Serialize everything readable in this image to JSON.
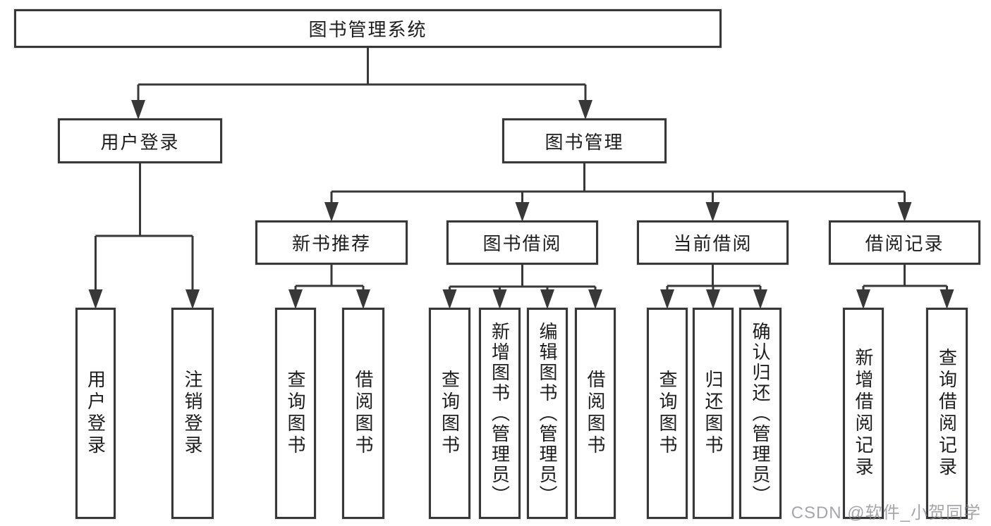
{
  "tree": {
    "root": "图书管理系统",
    "branches": [
      {
        "label": "用户登录",
        "children": [
          "用户登录",
          "注销登录"
        ]
      },
      {
        "label": "图书管理",
        "children": [
          {
            "label": "新书推荐",
            "children": [
              "查询图书",
              "借阅图书"
            ]
          },
          {
            "label": "图书借阅",
            "children": [
              "查询图书",
              "新增图书（管理员）",
              "编辑图书（管理员）",
              "借阅图书"
            ]
          },
          {
            "label": "当前借阅",
            "children": [
              "查询图书",
              "归还图书",
              "确认归还（管理员）"
            ]
          },
          {
            "label": "借阅记录",
            "children": [
              "新增借阅记录",
              "查询借阅记录"
            ]
          }
        ]
      }
    ]
  },
  "watermark": "CSDN @软件_小贺同学",
  "colors": {
    "line": "#383838",
    "box_border": "#383838",
    "box_background": "#ffffff",
    "text": "#1d1d1d",
    "watermark": "#87878e"
  }
}
